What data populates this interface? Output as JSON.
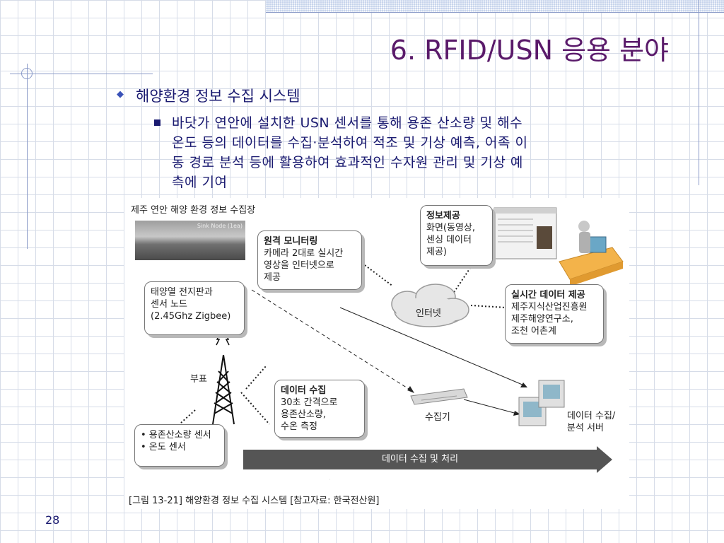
{
  "slide": {
    "title": "6. RFID/USN 응용 분야",
    "bullet1": "해양환경 정보 수집 시스템",
    "bullet2_lines": [
      "바닷가 연안에 설치한 USN 센서를 통해 용존 산소량 및 해수",
      "온도 등의 데이터를 수집·분석하여 적조 및 기상 예측, 어족 이",
      "동 경로 분석 등에 활용하여 효과적인 수자원 관리 및 기상 예",
      "측에 기여"
    ],
    "page_number": "28"
  },
  "figure": {
    "photo_title": "제주 연안 해양 환경 정보 수집장",
    "photo_inner_label": "Sink Node (1ea)",
    "remote_monitoring": {
      "heading": "원격 모니터링",
      "lines": [
        "카메라 2대로 실시간",
        "영상을 인터넷으로",
        "제공"
      ]
    },
    "info_provide": {
      "heading": "정보제공",
      "lines": [
        "화면(동영상,",
        "센싱 데이터",
        "제공)"
      ]
    },
    "solar_node": {
      "lines": [
        "태양열 전지판과",
        "센서 노드",
        "(2.45Ghz Zigbee)"
      ]
    },
    "internet_label": "인터넷",
    "realtime": {
      "heading": "실시간 데이터 제공",
      "lines": [
        "제주지식산업진흥원",
        "제주해양연구소,",
        "조천 어촌계"
      ]
    },
    "buoy_label": "부표",
    "data_collect": {
      "heading": "데이터 수집",
      "lines": [
        "30초 간격으로",
        "용존산소량,",
        "수온 측정"
      ]
    },
    "collector_label": "수집기",
    "server_label_lines": [
      "데이터 수집/",
      "분석 서버"
    ],
    "sensors": [
      "• 용존산소량 센서",
      "• 온도 센서"
    ],
    "process_arrow": "데이터 수집 및 처리",
    "caption": "[그림 13-21] 해양환경 정보 수집 시스템 [참고자료: 한국전산원]"
  }
}
